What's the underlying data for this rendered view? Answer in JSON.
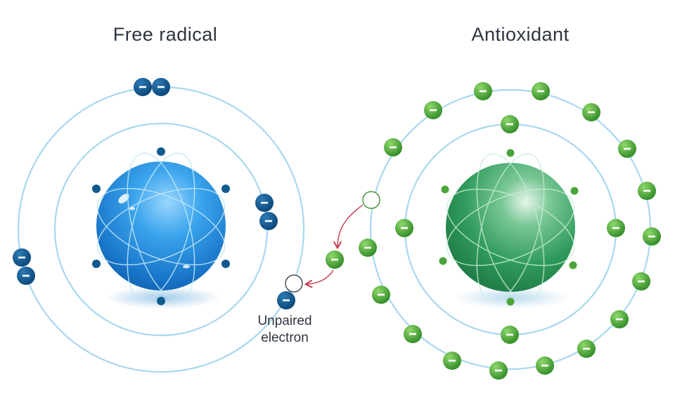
{
  "left_panel": {
    "title": "Free radical"
  },
  "right_panel": {
    "title": "Antioxidant"
  },
  "annotation": {
    "line1": "Unpaired",
    "line2": "electron"
  },
  "electron_sign": "−",
  "colors": {
    "orbit": "#a8d8ef",
    "free_radical_electron": "#0f5a8e",
    "antioxidant_electron": "#4aa53a",
    "arrow": "#c0394b",
    "free_radical_nucleus": "#2a93de",
    "antioxidant_nucleus": "#2f9a5c"
  }
}
